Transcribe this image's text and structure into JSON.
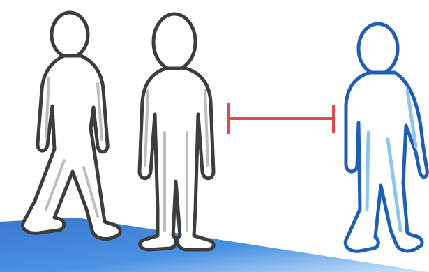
{
  "scene": {
    "figures": [
      {
        "name": "walking-person",
        "color": "#3d3d3d"
      },
      {
        "name": "standing-person",
        "color": "#3d3d3d"
      },
      {
        "name": "highlighted-person",
        "color": "#1f5fb0"
      }
    ],
    "distance_marker_color": "#e0474e",
    "floor_color": "#3d7fd6"
  }
}
